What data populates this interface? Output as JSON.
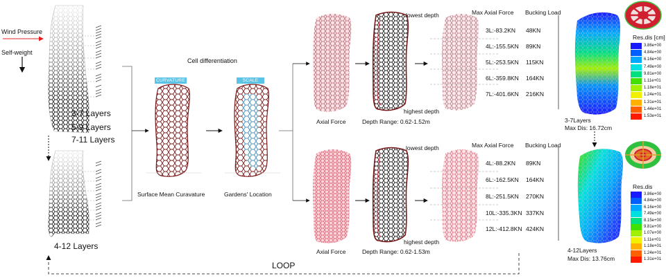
{
  "inputs": {
    "wind_pressure": "Wind Pressure",
    "self_weight": "Self-weight"
  },
  "layer_options": {
    "a": "3-7 Layers",
    "b": "5-9 Layers",
    "c": "7-11 Layers",
    "bottom": "4-12 Layers"
  },
  "cell_diff": {
    "title": "Cell differentiation",
    "tag_curvature": "CURVATURE",
    "tag_scale": "SCALE",
    "caption_curvature": "Surface Mean Curavature",
    "caption_gardens": "Gardens' Location"
  },
  "top_row": {
    "axial_force": "Axial Force",
    "depth_range": "Depth Range: 0.62-1.52m",
    "lowest_depth": "lowest depth",
    "highest_depth": "highest depth",
    "col_max_axial": "Max Axial Force",
    "col_bucking": "Bucking Load",
    "rows": [
      {
        "force": "3L:-83.2KN",
        "load": "48KN"
      },
      {
        "force": "4L:-155.5KN",
        "load": "89KN"
      },
      {
        "force": "5L:-253.5KN",
        "load": "115KN"
      },
      {
        "force": "6L:-359.8KN",
        "load": "164KN"
      },
      {
        "force": "7L:-401.6KN",
        "load": "216KN"
      }
    ],
    "res_label": "Res.dis [cm]",
    "scale": [
      "3.86e+00",
      "4.84e+00",
      "6.16e+00",
      "7.49e+00",
      "9.81e+00",
      "1.11e+01",
      "1.18e+01",
      "1.24e+01",
      "1.31e+01",
      "1.44e+01",
      "1.53e+01"
    ],
    "result_name": "3-7Layers",
    "result_max": "Max Dis: 16.72cm"
  },
  "bottom_row": {
    "axial_force": "Axial Force",
    "depth_range": "Depth Range: 0.62-1.53m",
    "lowest_depth": "lowest depth",
    "highest_depth": "highest depth",
    "col_max_axial": "Max Axial Force",
    "col_bucking": "Bucking Load",
    "rows": [
      {
        "force": "4L:-88.2KN",
        "load": "89KN"
      },
      {
        "force": "6L:-162.5KN",
        "load": "164KN"
      },
      {
        "force": "8L:-251.5KN",
        "load": "270KN"
      },
      {
        "force": "10L:-335.3KN",
        "load": "337KN"
      },
      {
        "force": "12L:-412.8KN",
        "load": "424KN"
      }
    ],
    "res_label": "Res.dis",
    "scale": [
      "3.86e+00",
      "4.84e+00",
      "6.16e+00",
      "7.49e+00",
      "8.15e+00",
      "9.81e+00",
      "1.07e+00",
      "1.11e+01",
      "1.18e+01",
      "1.24e+01",
      "1.31e+01"
    ],
    "result_name": "4-12Layers",
    "result_max": "Max Dis: 13.76cm"
  },
  "loop_label": "LOOP",
  "colors": {
    "scale": [
      "#1a1aff",
      "#0060ff",
      "#00a8ff",
      "#00e0e0",
      "#00e080",
      "#40e000",
      "#a0f000",
      "#f0f000",
      "#ffb000",
      "#ff6000",
      "#ff1a00"
    ],
    "tag": "#5bc3e6",
    "wind_arrow": "#e02020",
    "mesh_dark": "#7a1a1a"
  }
}
